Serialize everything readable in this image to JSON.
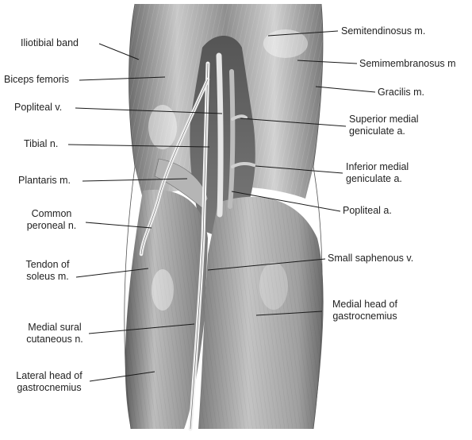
{
  "labels": {
    "iliotibial_band": "Iliotibial band",
    "biceps_femoris": "Biceps femoris",
    "popliteal_v": "Popliteal v.",
    "tibial_n": "Tibial n.",
    "plantaris_m": "Plantaris m.",
    "common_peroneal_1": "Common",
    "common_peroneal_2": "peroneal n.",
    "tendon_soleus_1": "Tendon of",
    "tendon_soleus_2": "soleus m.",
    "medial_sural_1": "Medial sural",
    "medial_sural_2": "cutaneous n.",
    "lateral_head_1": "Lateral head of",
    "lateral_head_2": "gastrocnemius",
    "semitendinosus": "Semitendinosus m.",
    "semimembranosus": "Semimembranosus m",
    "gracilis": "Gracilis m.",
    "sup_medial_gen_1": "Superior medial",
    "sup_medial_gen_2": "geniculate a.",
    "inf_medial_gen_1": "Inferior medial",
    "inf_medial_gen_2": "geniculate a.",
    "popliteal_a": "Popliteal a.",
    "small_saphenous": "Small saphenous v.",
    "medial_head_1": "Medial head of",
    "medial_head_2": "gastrocnemius"
  },
  "colors": {
    "background": "#ffffff",
    "muscle_light": "#d9d9d9",
    "muscle_mid": "#a8a8a8",
    "muscle_dark": "#6e6e6e",
    "leader_line": "#1a1a1a",
    "text": "#222222"
  }
}
